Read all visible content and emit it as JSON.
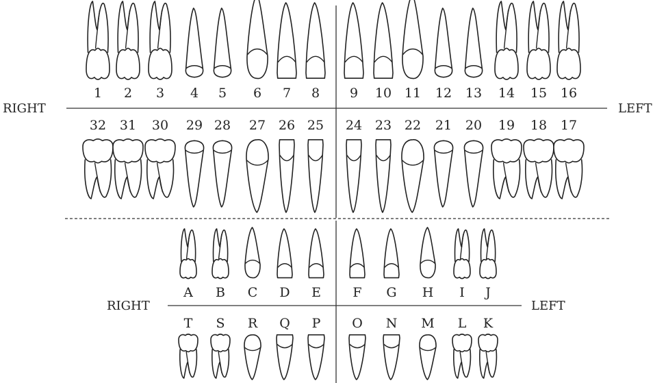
{
  "permanent": {
    "side_right": "RIGHT",
    "side_left": "LEFT",
    "upper": [
      {
        "label": "1",
        "type": "molar"
      },
      {
        "label": "2",
        "type": "molar"
      },
      {
        "label": "3",
        "type": "molar"
      },
      {
        "label": "4",
        "type": "premolar"
      },
      {
        "label": "5",
        "type": "premolar"
      },
      {
        "label": "6",
        "type": "canine"
      },
      {
        "label": "7",
        "type": "incisor"
      },
      {
        "label": "8",
        "type": "incisor"
      },
      {
        "label": "9",
        "type": "incisor"
      },
      {
        "label": "10",
        "type": "incisor"
      },
      {
        "label": "11",
        "type": "canine"
      },
      {
        "label": "12",
        "type": "premolar"
      },
      {
        "label": "13",
        "type": "premolar"
      },
      {
        "label": "14",
        "type": "molar"
      },
      {
        "label": "15",
        "type": "molar"
      },
      {
        "label": "16",
        "type": "molar"
      }
    ],
    "lower": [
      {
        "label": "32",
        "type": "molar"
      },
      {
        "label": "31",
        "type": "molar"
      },
      {
        "label": "30",
        "type": "molar"
      },
      {
        "label": "29",
        "type": "premolar"
      },
      {
        "label": "28",
        "type": "premolar"
      },
      {
        "label": "27",
        "type": "canine"
      },
      {
        "label": "26",
        "type": "incisor"
      },
      {
        "label": "25",
        "type": "incisor"
      },
      {
        "label": "24",
        "type": "incisor"
      },
      {
        "label": "23",
        "type": "incisor"
      },
      {
        "label": "22",
        "type": "canine"
      },
      {
        "label": "21",
        "type": "premolar"
      },
      {
        "label": "20",
        "type": "premolar"
      },
      {
        "label": "19",
        "type": "molar"
      },
      {
        "label": "18",
        "type": "molar"
      },
      {
        "label": "17",
        "type": "molar"
      }
    ]
  },
  "primary": {
    "side_right": "RIGHT",
    "side_left": "LEFT",
    "upper": [
      {
        "label": "A",
        "type": "molar"
      },
      {
        "label": "B",
        "type": "molar"
      },
      {
        "label": "C",
        "type": "canine"
      },
      {
        "label": "D",
        "type": "incisor"
      },
      {
        "label": "E",
        "type": "incisor"
      },
      {
        "label": "F",
        "type": "incisor"
      },
      {
        "label": "G",
        "type": "incisor"
      },
      {
        "label": "H",
        "type": "canine"
      },
      {
        "label": "I",
        "type": "molar"
      },
      {
        "label": "J",
        "type": "molar"
      }
    ],
    "lower": [
      {
        "label": "T",
        "type": "molar"
      },
      {
        "label": "S",
        "type": "molar"
      },
      {
        "label": "R",
        "type": "canine"
      },
      {
        "label": "Q",
        "type": "incisor"
      },
      {
        "label": "P",
        "type": "incisor"
      },
      {
        "label": "O",
        "type": "incisor"
      },
      {
        "label": "N",
        "type": "incisor"
      },
      {
        "label": "M",
        "type": "canine"
      },
      {
        "label": "L",
        "type": "molar"
      },
      {
        "label": "K",
        "type": "molar"
      }
    ]
  }
}
